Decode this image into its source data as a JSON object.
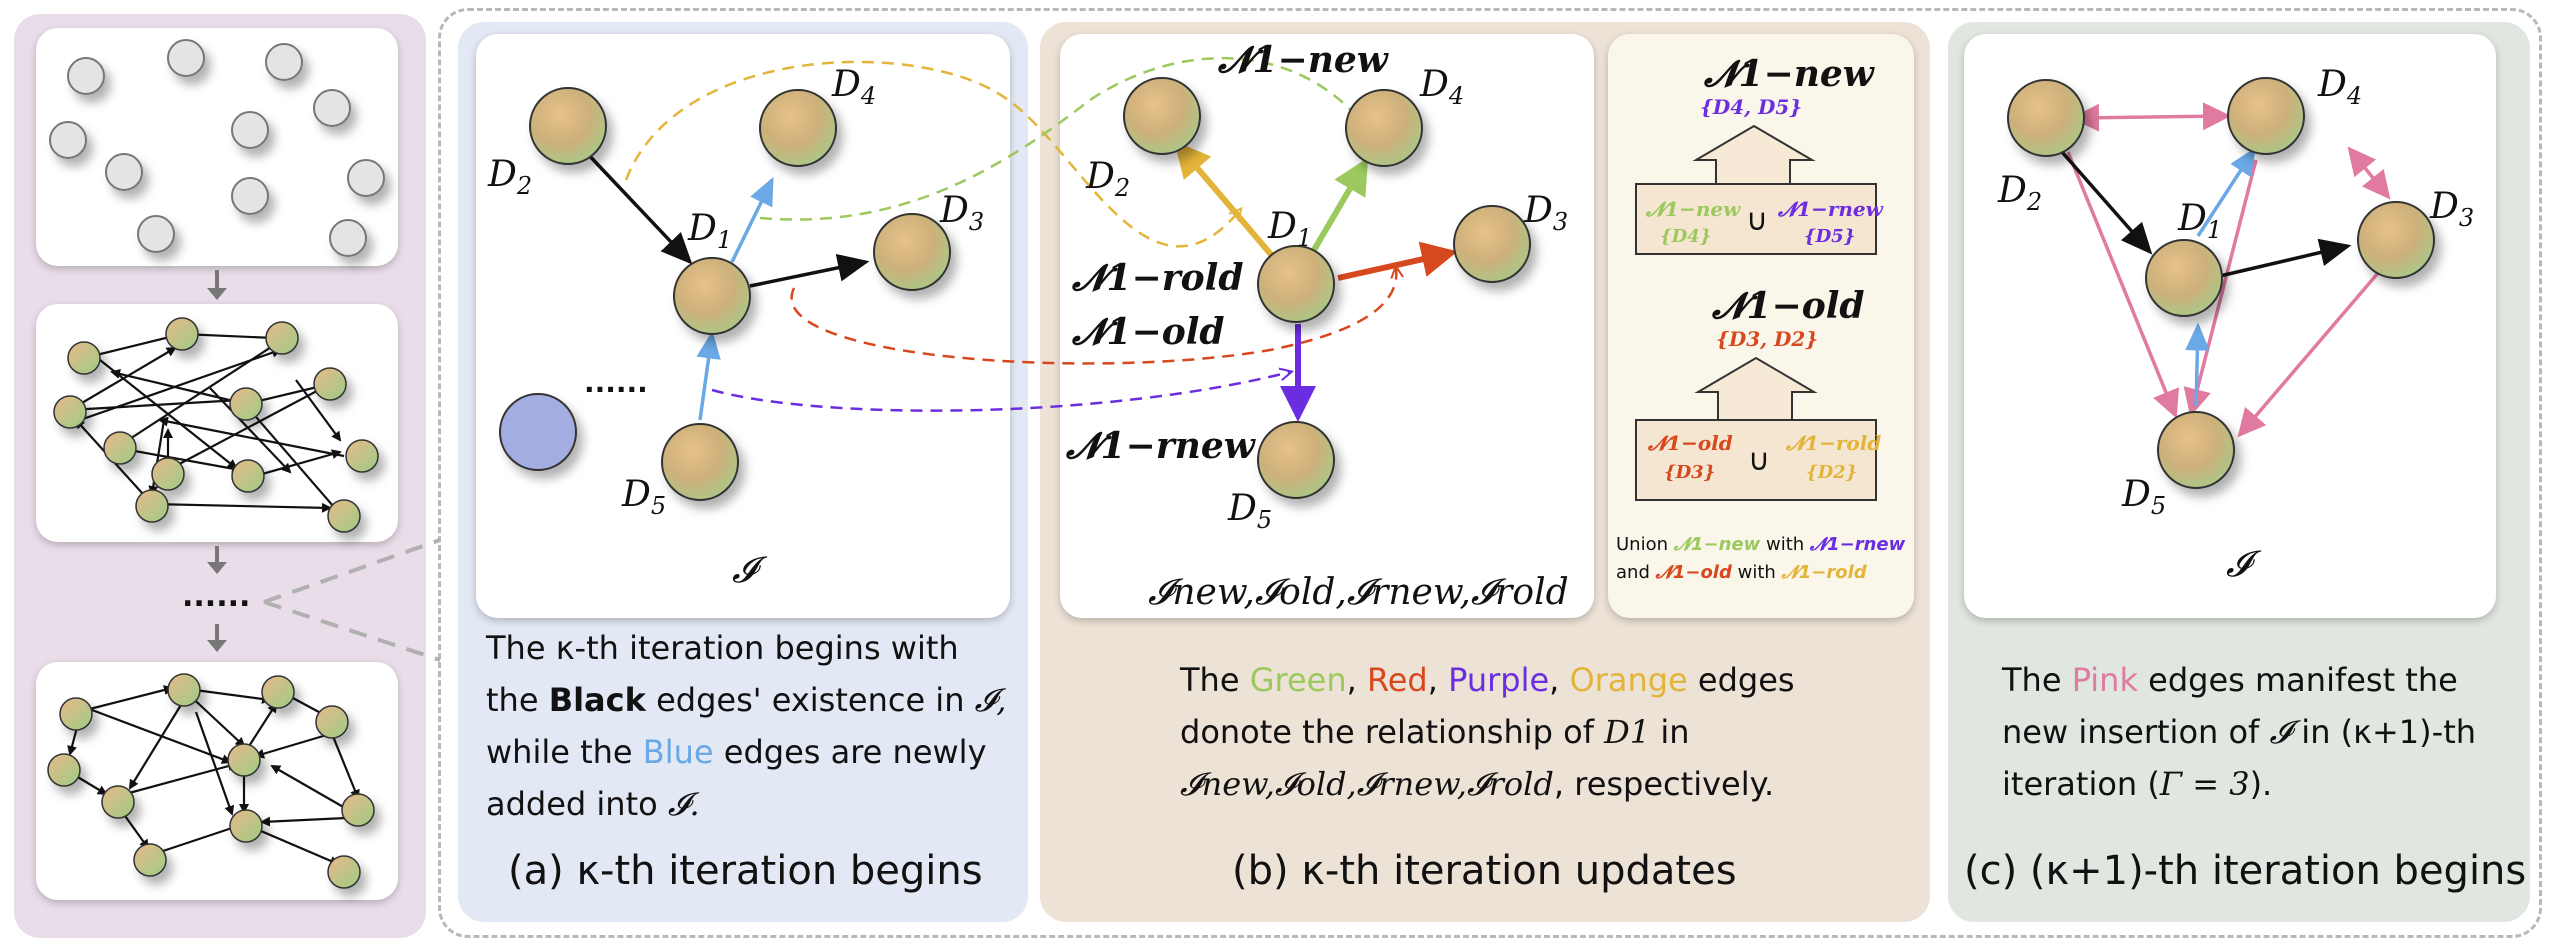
{
  "panel_a": {
    "caption": "(a) κ-th iteration begins",
    "graph_label": "𝓘",
    "ellipsis": "......",
    "nodes": {
      "d1": "D",
      "d1s": "1",
      "d2": "D",
      "d2s": "2",
      "d3": "D",
      "d3s": "3",
      "d4": "D",
      "d4s": "4",
      "d5": "D",
      "d5s": "5"
    },
    "desc": {
      "l1": "The κ-th iteration begins with",
      "l2a": "the ",
      "l2b": "Black",
      "l2c": " edges' existence in ",
      "l2d": "𝓘,",
      "l3a": "while the ",
      "l3b": "Blue",
      "l3c": " edges are newly",
      "l4a": "added into ",
      "l4b": "𝓘."
    }
  },
  "panel_b": {
    "caption": "(b) κ-th iteration updates",
    "graph_label": "𝓘new,𝓘old,𝓘rnew,𝓘rold",
    "sets": {
      "n1new": "𝓝1−new",
      "n1rold": "𝓝1−rold",
      "n1old": "𝓝1−old",
      "n1rnew": "𝓝1−rnew"
    },
    "union_top": {
      "title": "𝓝1−new",
      "members": "{D4, D5}",
      "left": "𝓝1−new",
      "left_set": "{D4}",
      "op": "∪",
      "right": "𝓝1−rnew",
      "right_set": "{D5}"
    },
    "union_bottom": {
      "title": "𝓝1−old",
      "members": "{D3, D2}",
      "left": "𝓝1−old",
      "left_set": "{D3}",
      "op": "∪",
      "right": "𝓝1−rold",
      "right_set": "{D2}"
    },
    "union_note": {
      "l1a": "Union ",
      "l1b": "𝓝1−new",
      "l1c": " with ",
      "l1d": "𝓝1−rnew",
      "l2a": "and ",
      "l2b": "𝓝1−old",
      "l2c": " with ",
      "l2d": "𝓝1−rold"
    },
    "desc": {
      "l1a": "The ",
      "green": "Green",
      ", ": ", ",
      "red": "Red",
      "purple": "Purple",
      "orange": "Orange",
      "l1z": " edges",
      "l2": "donote the relationship of ",
      "l2d": "D1",
      " in": " in",
      "l3": "𝓘new,𝓘old,𝓘rnew,𝓘rold",
      "l3b": ", respectively."
    }
  },
  "panel_c": {
    "caption": "(c) (κ+1)-th iteration begins",
    "graph_label": "𝓘",
    "desc": {
      "l1a": "The ",
      "pink": "Pink",
      "l1b": " edges manifest the",
      "l2a": "new insertion of ",
      "l2b": "𝓘",
      " in": " in (κ+1)-th",
      "l3": "iteration (",
      "gamma": "Γ = 3",
      ").": ")."
    }
  },
  "sidebar": {
    "ellipsis": "......"
  },
  "colors": {
    "black": "#111111",
    "blue": "#6aa8e6",
    "green": "#9cc95e",
    "red": "#d8481e",
    "purple": "#6b2de0",
    "orange": "#e3b43a",
    "pink": "#e07aa0"
  }
}
